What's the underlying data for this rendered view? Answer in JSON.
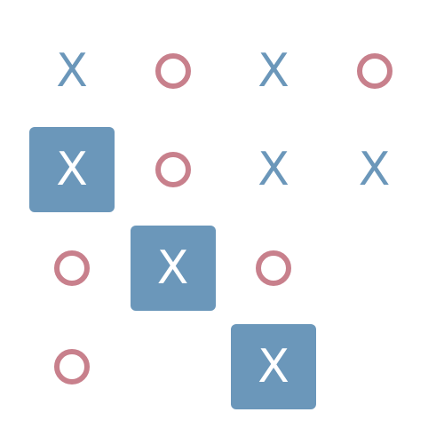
{
  "board": {
    "rows": 4,
    "cols": 4,
    "cells": [
      [
        {
          "mark": "X",
          "highlight": false
        },
        {
          "mark": "O",
          "highlight": false
        },
        {
          "mark": "X",
          "highlight": false
        },
        {
          "mark": "O",
          "highlight": false
        }
      ],
      [
        {
          "mark": "X",
          "highlight": true
        },
        {
          "mark": "O",
          "highlight": false
        },
        {
          "mark": "X",
          "highlight": false
        },
        {
          "mark": "X",
          "highlight": false
        }
      ],
      [
        {
          "mark": "O",
          "highlight": false
        },
        {
          "mark": "X",
          "highlight": true
        },
        {
          "mark": "O",
          "highlight": false
        },
        {
          "mark": "",
          "highlight": false
        }
      ],
      [
        {
          "mark": "O",
          "highlight": false
        },
        {
          "mark": "",
          "highlight": false
        },
        {
          "mark": "X",
          "highlight": true
        },
        {
          "mark": "",
          "highlight": false
        }
      ]
    ]
  },
  "colors": {
    "x": "#6b97ba",
    "o": "#c8808c",
    "highlight": "#6b97ba",
    "highlight_text": "#ffffff",
    "background": "#ffffff"
  }
}
